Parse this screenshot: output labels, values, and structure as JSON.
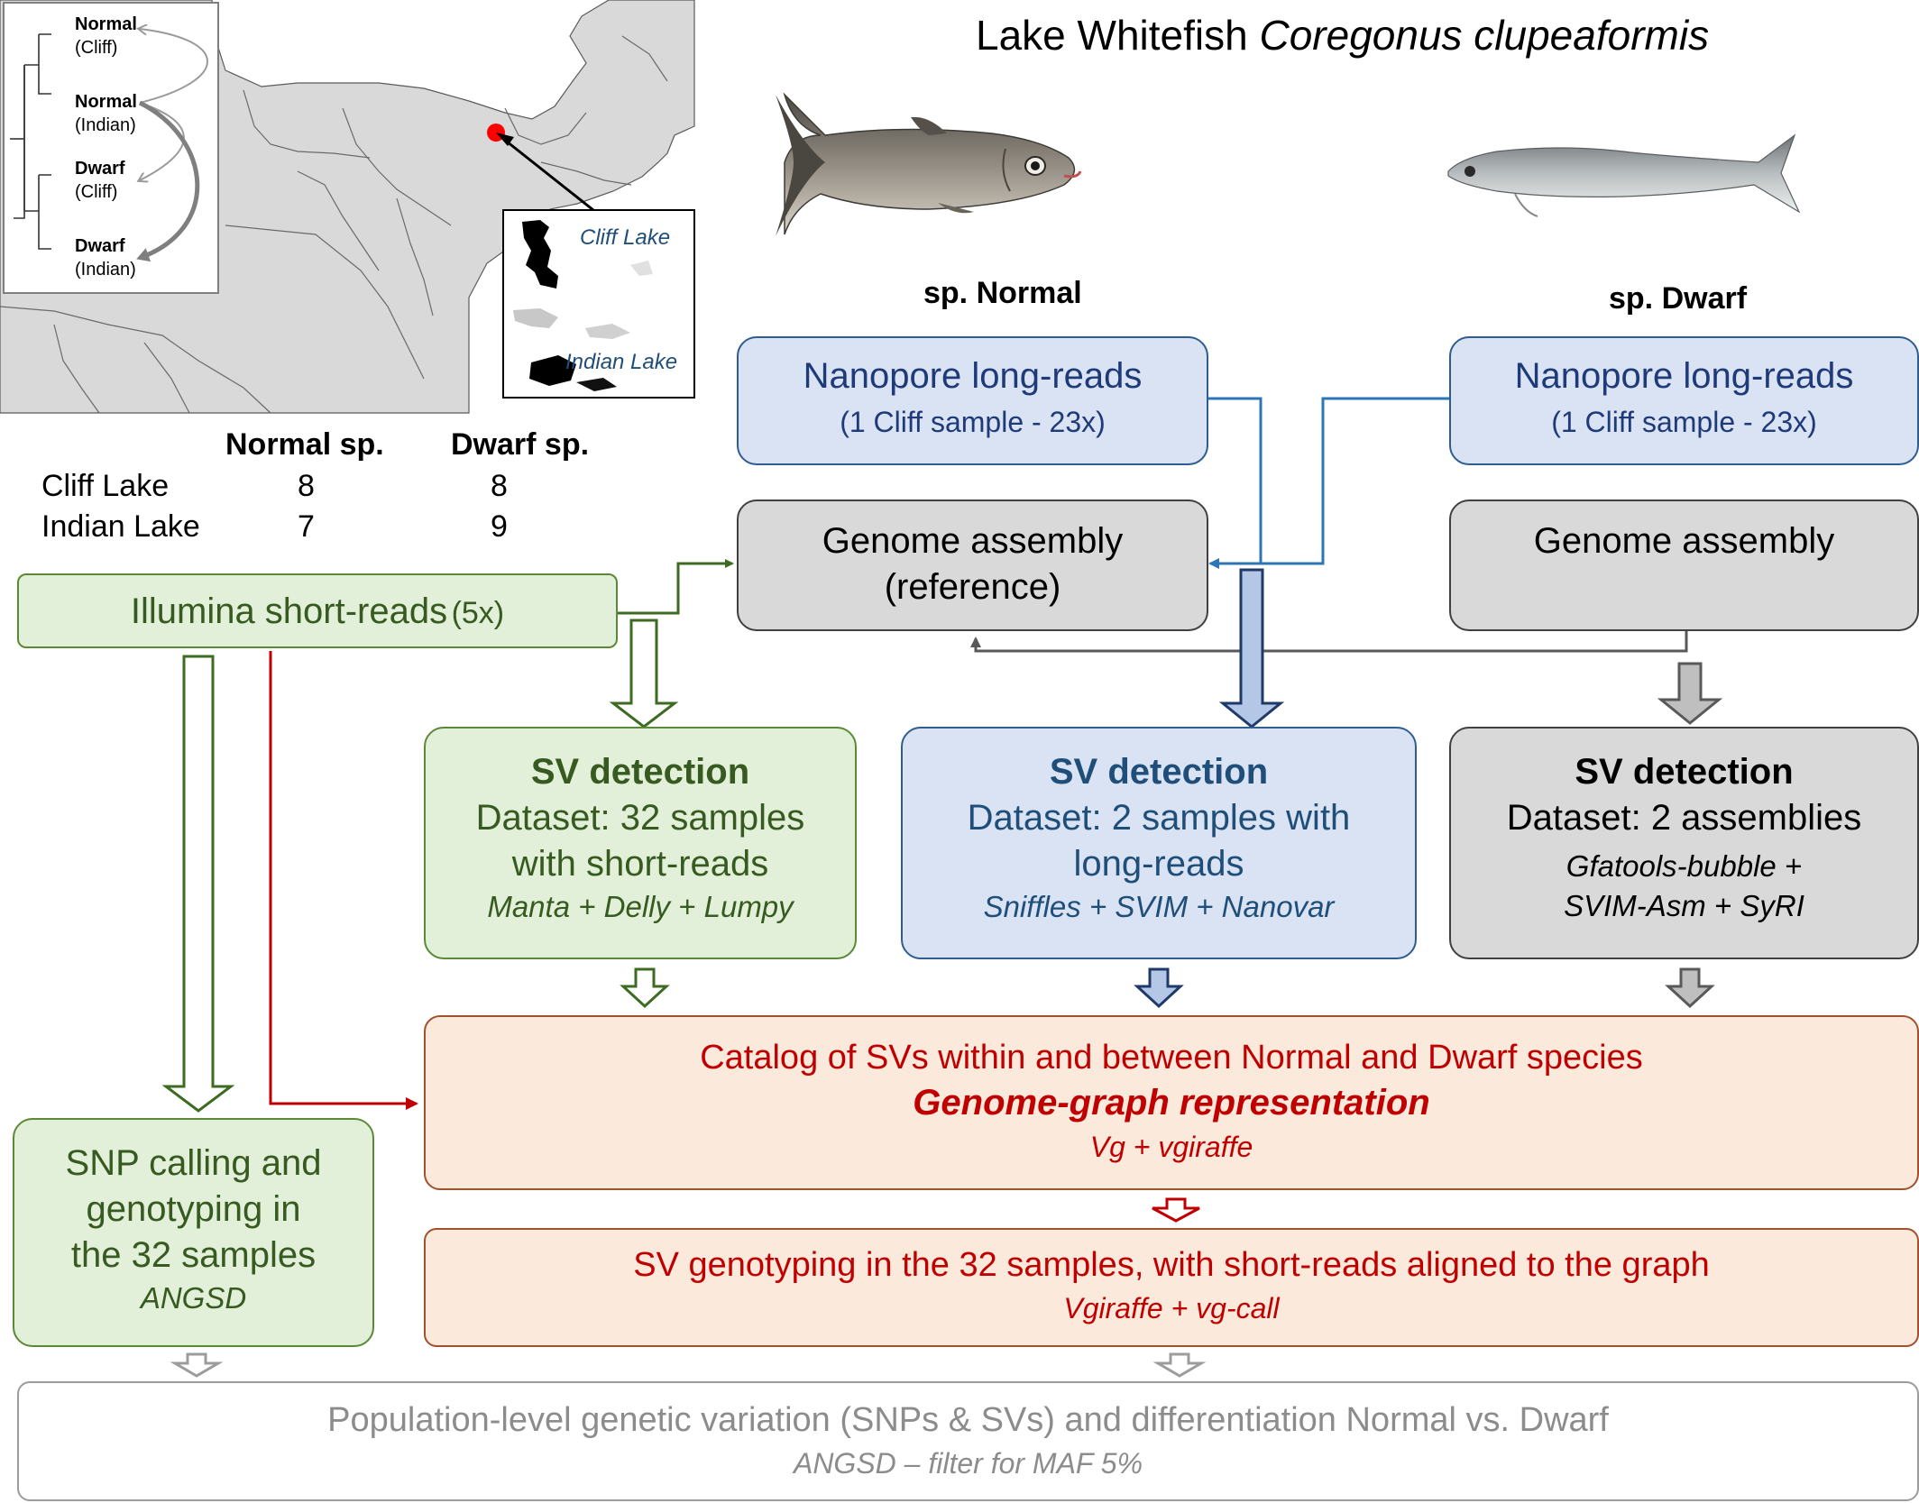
{
  "title": {
    "prefix": "Lake Whitefish ",
    "species": "Coregonus clupeaformis"
  },
  "fish": {
    "normal_label": "sp. Normal",
    "dwarf_label": "sp. Dwarf"
  },
  "map": {
    "tree": [
      {
        "name": "Normal",
        "lake": "(Cliff)"
      },
      {
        "name": "Normal",
        "lake": "(Indian)"
      },
      {
        "name": "Dwarf",
        "lake": "(Cliff)"
      },
      {
        "name": "Dwarf",
        "lake": "(Indian)"
      }
    ],
    "inset": {
      "cliff": "Cliff Lake",
      "indian": "Indian Lake"
    }
  },
  "samples_table": {
    "headers": [
      "Normal sp.",
      "Dwarf sp."
    ],
    "rows": [
      {
        "lake": "Cliff Lake",
        "normal": "8",
        "dwarf": "8"
      },
      {
        "lake": "Indian Lake",
        "normal": "7",
        "dwarf": "9"
      }
    ]
  },
  "nanopore_normal": {
    "line1": "Nanopore long-reads",
    "line2": "(1 Cliff sample - 23x)"
  },
  "nanopore_dwarf": {
    "line1": "Nanopore long-reads",
    "line2": "(1 Cliff sample - 23x)"
  },
  "assembly_ref": {
    "line1": "Genome assembly",
    "line2": "(reference)"
  },
  "assembly_dwarf": {
    "line1": "Genome assembly"
  },
  "illumina": {
    "label": "Illumina short-reads",
    "depth": "(5x)"
  },
  "sv_short": {
    "title": "SV detection",
    "line1": "Dataset: 32 samples",
    "line2": "with short-reads",
    "tools": "Manta + Delly + Lumpy"
  },
  "sv_long": {
    "title": "SV detection",
    "line1": "Dataset: 2 samples with",
    "line2": "long-reads",
    "tools": "Sniffles + SVIM + Nanovar"
  },
  "sv_asm": {
    "title": "SV detection",
    "line1": "Dataset: 2 assemblies",
    "tools1": "Gfatools-bubble +",
    "tools2": "SVIM-Asm + SyRI"
  },
  "catalog": {
    "line1": "Catalog of SVs within and between Normal and Dwarf species",
    "line2": "Genome-graph representation",
    "tools": "Vg + vgiraffe"
  },
  "snp": {
    "line1": "SNP calling and",
    "line2": "genotyping in",
    "line3": "the 32 samples",
    "tools": "ANGSD"
  },
  "sv_genotyping": {
    "line1": "SV genotyping in the 32 samples, with short-reads aligned to the graph",
    "tools": "Vgiraffe + vg-call"
  },
  "population": {
    "line1": "Population-level genetic variation (SNPs & SVs) and differentiation Normal vs. Dwarf",
    "tools": "ANGSD – filter for MAF 5%"
  },
  "colors": {
    "green": "#375a20",
    "blue": "#1f4e79",
    "grey": "#404040",
    "red": "#c00000",
    "light_grey": "#8c8c8c"
  }
}
